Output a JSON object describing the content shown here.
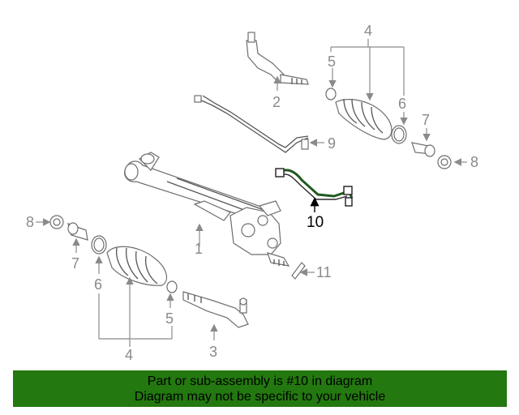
{
  "callouts": {
    "c1": "1",
    "c2": "2",
    "c3": "3",
    "c4_top": "4",
    "c4_bottom": "4",
    "c5_top": "5",
    "c5_bottom": "5",
    "c6_top": "6",
    "c6_bottom": "6",
    "c7_top": "7",
    "c7_bottom": "7",
    "c8_right": "8",
    "c8_left": "8",
    "c9": "9",
    "c10": "10",
    "c11": "11"
  },
  "banner": {
    "line1": "Part or sub-assembly is #10 in diagram",
    "line2": "Diagram may not be specific to your vehicle"
  },
  "colors": {
    "banner_bg": "#23780f",
    "highlight_part": "#1f7a1f",
    "callout_gray": "#8a8a8a"
  }
}
